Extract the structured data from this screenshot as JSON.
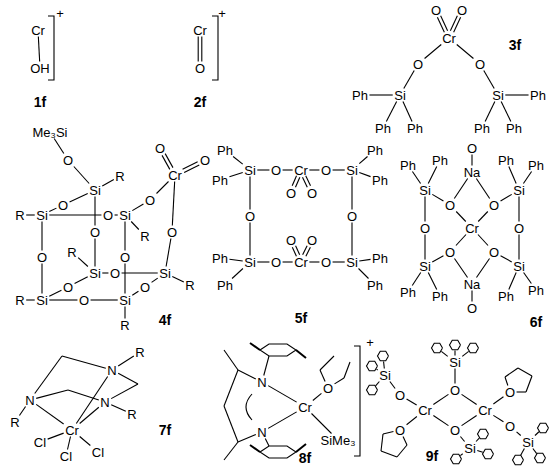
{
  "diagram": {
    "labels": [
      "Cr",
      "+",
      "OH",
      "1f",
      "Cr",
      "+",
      "O",
      "2f",
      "O",
      "O",
      "Cr",
      "O",
      "O",
      "Si",
      "Si",
      "Ph",
      "Ph",
      "Ph",
      "Ph",
      "Ph",
      "Ph",
      "3f",
      "Me₃Si",
      "O",
      "O",
      "Cr",
      "O",
      "R",
      "Si",
      "O",
      "R",
      "Si",
      "O",
      "O",
      "Si",
      "R",
      "O",
      "O",
      "O",
      "R",
      "O",
      "Si",
      "O",
      "Si",
      "R",
      "R",
      "Si",
      "O",
      "O",
      "Si",
      "O",
      "R",
      "4f",
      "Ph",
      "Ph",
      "Si",
      "O",
      "Cr",
      "O",
      "Si",
      "Ph",
      "Ph",
      "O",
      "O",
      "O",
      "O",
      "O",
      "O",
      "Ph",
      "Si",
      "O",
      "Cr",
      "O",
      "Si",
      "Ph",
      "Ph",
      "Ph",
      "5f",
      "Ph",
      "Ph",
      "O",
      "Ph",
      "Ph",
      "Si",
      "Na",
      "Si",
      "O",
      "O",
      "O",
      "Cr",
      "O",
      "O",
      "O",
      "Si",
      "Na",
      "Si",
      "Ph",
      "Ph",
      "O",
      "Ph",
      "Ph",
      "6f",
      "R",
      "N",
      "N",
      "N",
      "R",
      "R",
      "Cr",
      "Cl",
      "Cl",
      "Cl",
      "7f",
      "+",
      "N",
      "O",
      "Cr",
      "N",
      "SiMe₃",
      "8f",
      "Si",
      "Si",
      "O",
      "O",
      "O",
      "Cr",
      "Cr",
      "O",
      "O",
      "O",
      "Si",
      "Si",
      "9f"
    ]
  }
}
